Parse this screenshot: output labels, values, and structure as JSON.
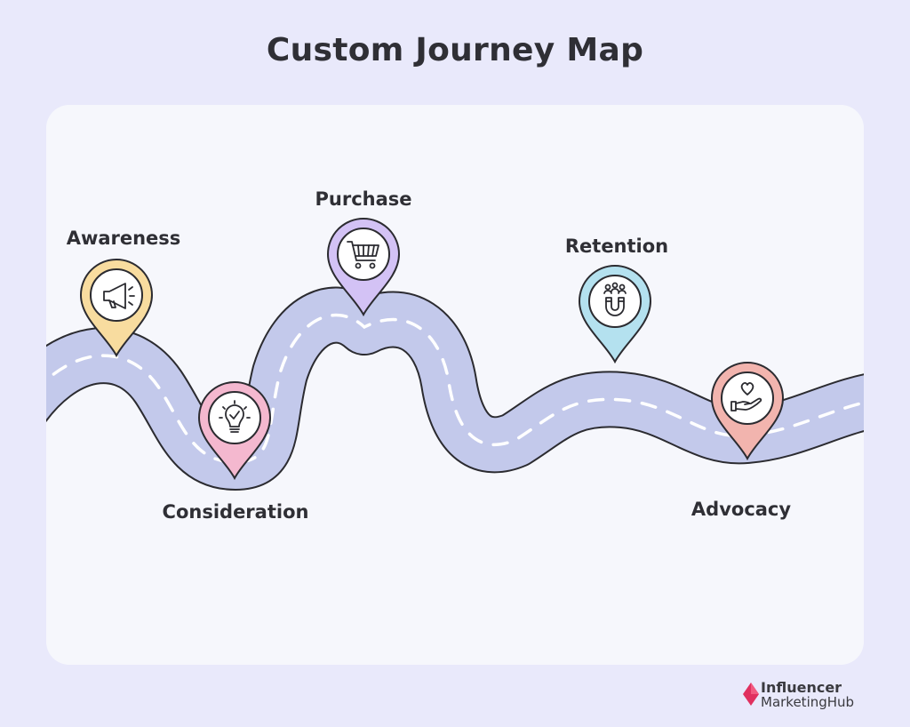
{
  "title": "Custom Journey Map",
  "stages": [
    {
      "label": "Awareness",
      "icon": "megaphone-icon",
      "color": "#f8dc9f"
    },
    {
      "label": "Consideration",
      "icon": "lightbulb-check-icon",
      "color": "#f4b8cf"
    },
    {
      "label": "Purchase",
      "icon": "shopping-cart-icon",
      "color": "#d3c2f5"
    },
    {
      "label": "Retention",
      "icon": "people-magnet-icon",
      "color": "#b4e1ef"
    },
    {
      "label": "Advocacy",
      "icon": "hand-heart-icon",
      "color": "#f2b4ae"
    }
  ],
  "colors": {
    "background": "#e9e9fb",
    "card": "#f6f7fc",
    "road": "#c3c9eb",
    "road_outline": "#2b2b30",
    "lane_marks": "#ffffff",
    "brand_accent": "#e0305f"
  },
  "brand": {
    "line1": "Influencer",
    "line2": "MarketingHub"
  }
}
